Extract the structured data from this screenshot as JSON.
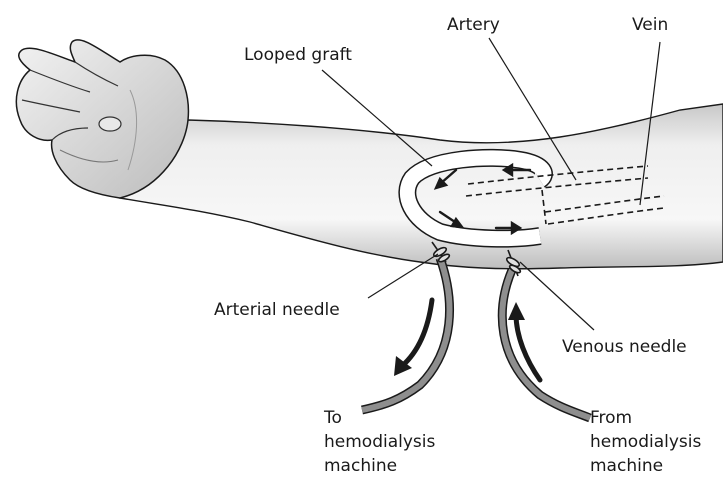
{
  "labels": {
    "looped_graft": "Looped graft",
    "artery": "Artery",
    "vein": "Vein",
    "arterial_needle": "Arterial needle",
    "venous_needle": "Venous needle",
    "to_line1": "To",
    "to_line2": "hemodialysis",
    "to_line3": "machine",
    "from_line1": "From",
    "from_line2": "hemodialysis",
    "from_line3": "machine"
  },
  "colors": {
    "line": "#1a1a1a",
    "tube": "#8e8e8e",
    "skin_shade": "#d4d4d4"
  }
}
